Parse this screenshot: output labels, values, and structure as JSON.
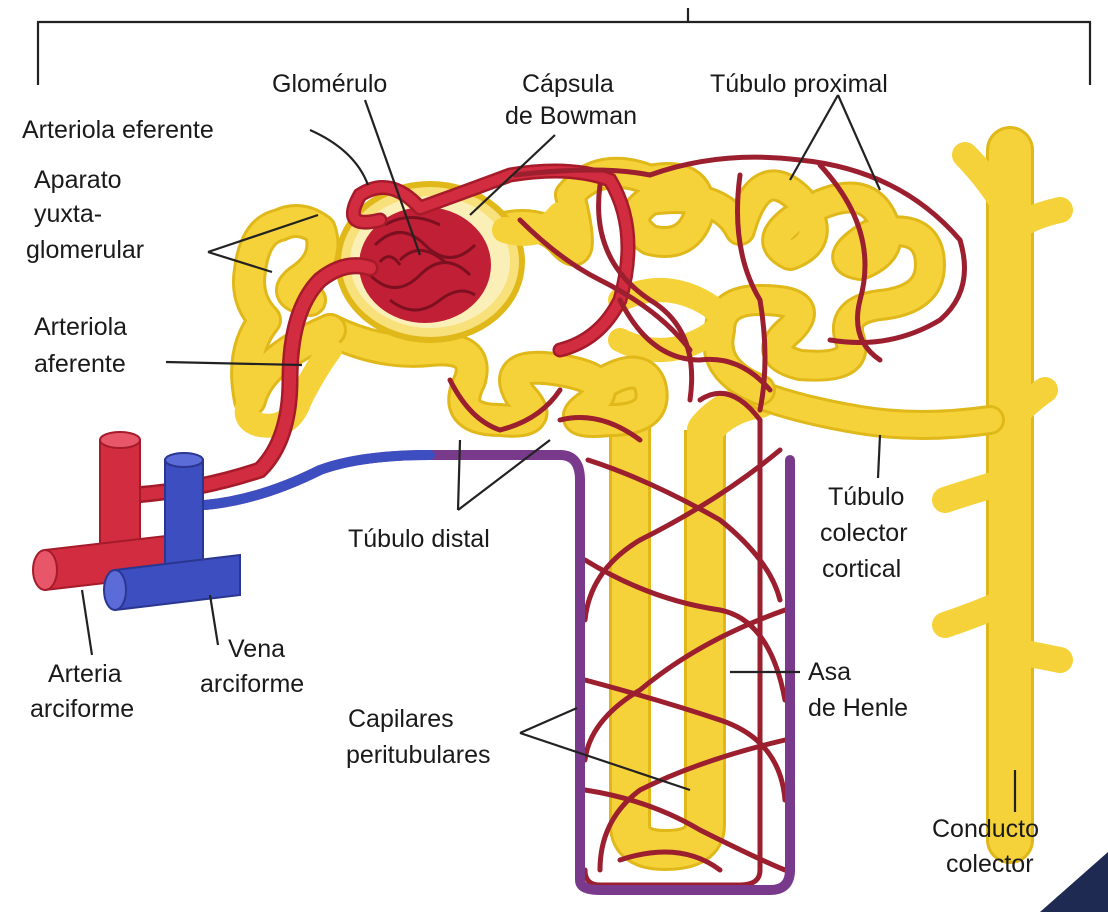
{
  "colors": {
    "tubule": "#f5d23a",
    "tubule_edge": "#e0b81a",
    "artery": "#d12c3f",
    "artery_dark": "#a51b2a",
    "capillary": "#9b1f2e",
    "vein": "#3d4fc0",
    "vein_dark": "#2a3690",
    "venule_mix": "#7a3a8c",
    "text": "#1a1a1a"
  },
  "labels": {
    "glomerulo": "Glomérulo",
    "capsula_1": "Cápsula",
    "capsula_2": "de Bowman",
    "tubulo_proximal": "Túbulo proximal",
    "arteriola_eferente": "Arteriola eferente",
    "aparato_1": "Aparato",
    "aparato_2": "yuxta-",
    "aparato_3": "glomerular",
    "arteriola_af_1": "Arteriola",
    "arteriola_af_2": "aferente",
    "tubulo_distal": "Túbulo distal",
    "tubulo_colector_1": "Túbulo",
    "tubulo_colector_2": "colector",
    "tubulo_colector_3": "cortical",
    "vena_1": "Vena",
    "vena_2": "arciforme",
    "arteria_1": "Arteria",
    "arteria_2": "arciforme",
    "capilares_1": "Capilares",
    "capilares_2": "peritubulares",
    "asa_1": "Asa",
    "asa_2": "de Henle",
    "conducto_1": "Conducto",
    "conducto_2": "colector"
  }
}
